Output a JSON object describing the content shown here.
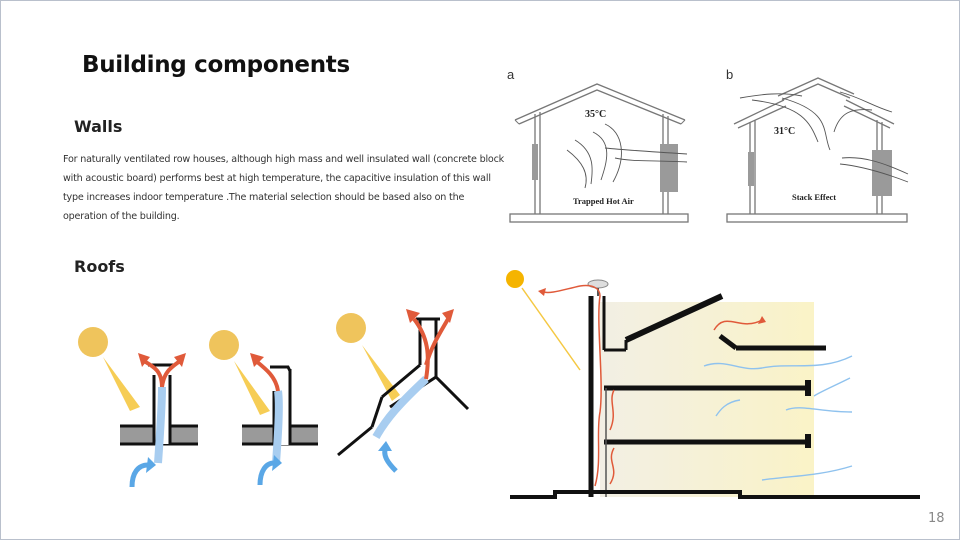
{
  "slide": {
    "title": "Building components",
    "page_number": "18"
  },
  "walls": {
    "heading": "Walls",
    "text": "For naturally ventilated row houses, although high mass and well insulated wall (concrete block with acoustic board) performs best at high temperature, the capacitive insulation of this wall type increases indoor temperature .The material selection should be based also on the operation of the building."
  },
  "roofs": {
    "heading": "Roofs"
  },
  "figure_walls": {
    "panel_a": {
      "letter": "a",
      "temperature": "35°C",
      "caption": "Trapped Hot Air"
    },
    "panel_b": {
      "letter": "b",
      "temperature": "31°C",
      "caption": "Stack Effect"
    }
  },
  "colors": {
    "sun": "#efc45c",
    "hot_air": "#e05a3a",
    "cool_air": "#5aa7e6",
    "sunlight": "#f5c842",
    "wall_grey": "#9a9a9a"
  }
}
